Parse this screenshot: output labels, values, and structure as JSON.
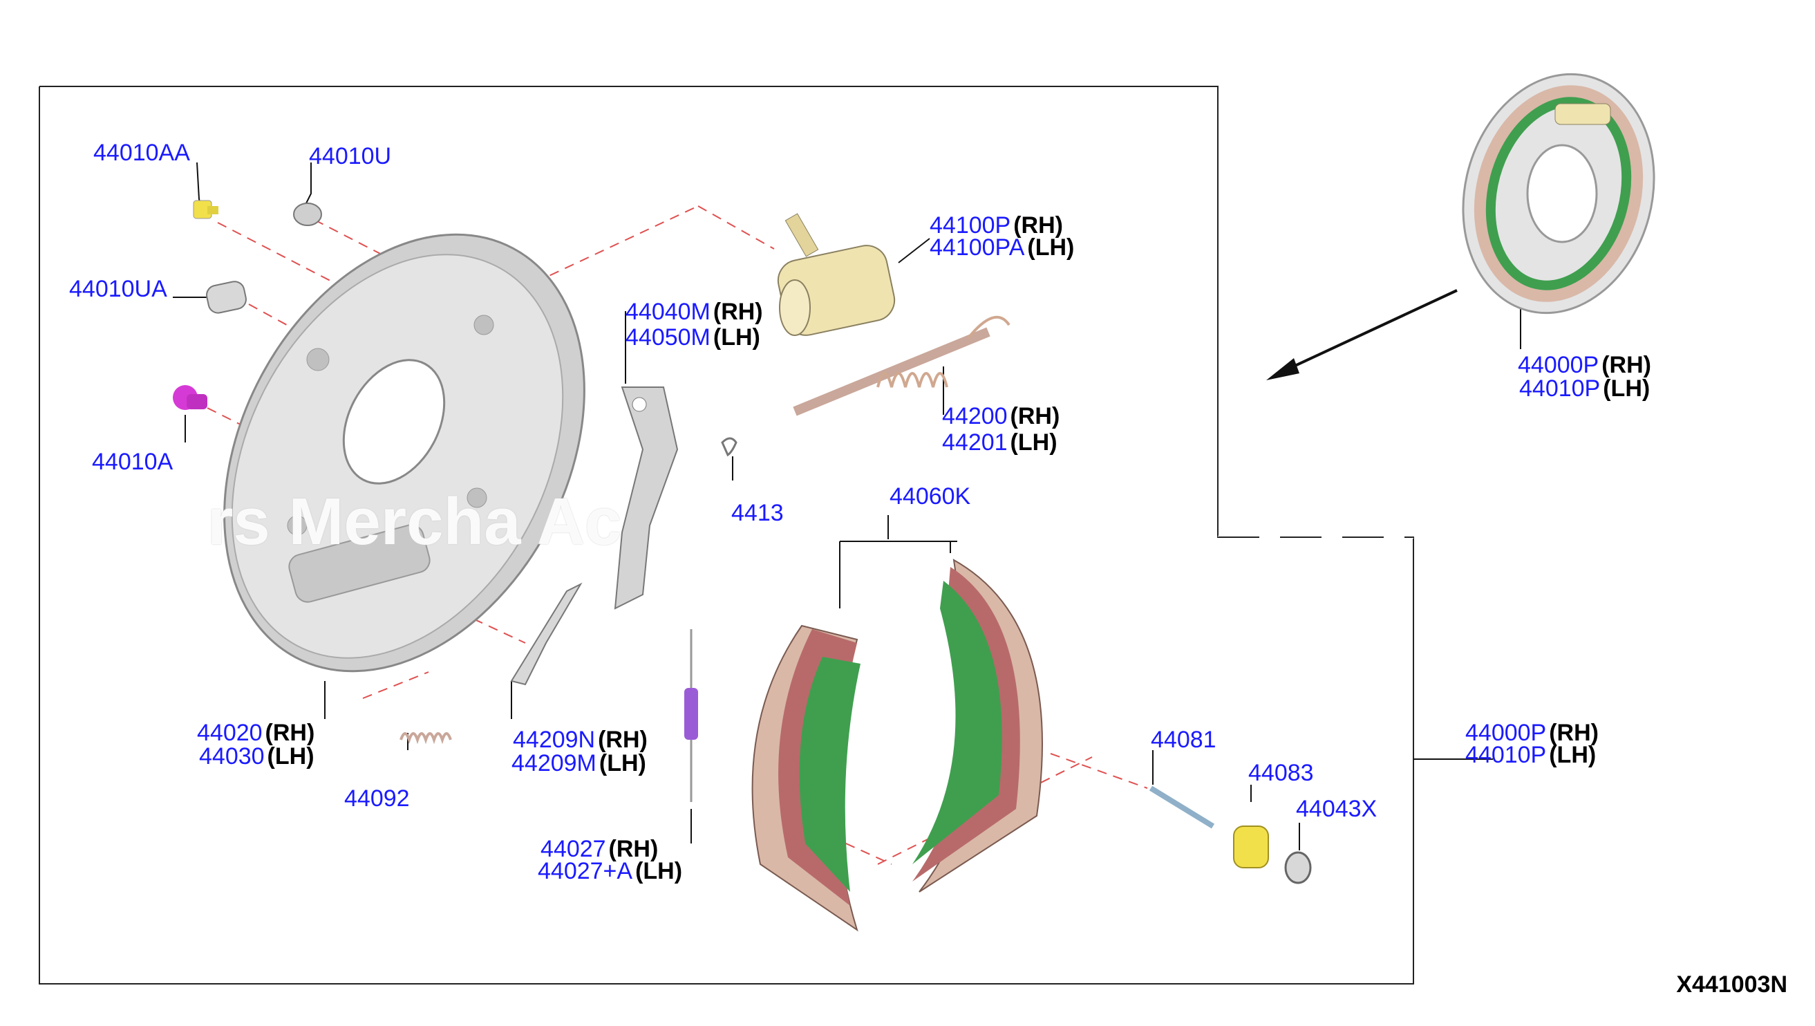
{
  "colors": {
    "part_number": "#1a1aff",
    "side_label": "#000000",
    "leader_dash": "#e05050",
    "backing_plate": "#d8d8d8",
    "shoe_lining": "#d9b8a8",
    "shoe_web": "#3f9f4f",
    "shoe_rib": "#b86a6a",
    "wheel_cylinder": "#efe3b0",
    "spring_purple": "#9a5cd6",
    "plug_magenta": "#d63ad6",
    "bolt_yellow": "#f2e04a"
  },
  "labels": [
    {
      "id": "l1",
      "pn": "44010AA",
      "side": ""
    },
    {
      "id": "l2",
      "pn": "44010U",
      "side": ""
    },
    {
      "id": "l3",
      "pn": "44010UA",
      "side": ""
    },
    {
      "id": "l4",
      "pn": "44010A",
      "side": ""
    },
    {
      "id": "l5",
      "pn": "44100P",
      "side": "(RH)"
    },
    {
      "id": "l6",
      "pn": "44100PA",
      "side": "(LH)"
    },
    {
      "id": "l7",
      "pn": "44040M",
      "side": "(RH)"
    },
    {
      "id": "l8",
      "pn": "44050M",
      "side": "(LH)"
    },
    {
      "id": "l9",
      "pn": "44200",
      "side": "(RH)"
    },
    {
      "id": "l10",
      "pn": "44201",
      "side": "(LH)"
    },
    {
      "id": "l11",
      "pn": "4413",
      "side": ""
    },
    {
      "id": "l12",
      "pn": "44060K",
      "side": ""
    },
    {
      "id": "l13",
      "pn": "44020",
      "side": "(RH)"
    },
    {
      "id": "l14",
      "pn": "44030",
      "side": "(LH)"
    },
    {
      "id": "l15",
      "pn": "44092",
      "side": ""
    },
    {
      "id": "l16",
      "pn": "44209N",
      "side": "(RH)"
    },
    {
      "id": "l17",
      "pn": "44209M",
      "side": "(LH)"
    },
    {
      "id": "l18",
      "pn": "44027",
      "side": "(RH)"
    },
    {
      "id": "l19",
      "pn": "44027+A",
      "side": "(LH)"
    },
    {
      "id": "l20",
      "pn": "44081",
      "side": ""
    },
    {
      "id": "l21",
      "pn": "44083",
      "side": ""
    },
    {
      "id": "l22",
      "pn": "44043X",
      "side": ""
    },
    {
      "id": "l23",
      "pn": "44000P",
      "side": "(RH)"
    },
    {
      "id": "l24",
      "pn": "44010P",
      "side": "(LH)"
    },
    {
      "id": "l25",
      "pn": "44000P",
      "side": "(RH)"
    },
    {
      "id": "l26",
      "pn": "44010P",
      "side": "(LH)"
    }
  ],
  "diagram_code": "X441003N",
  "watermark": "rs Mercha    Ac"
}
